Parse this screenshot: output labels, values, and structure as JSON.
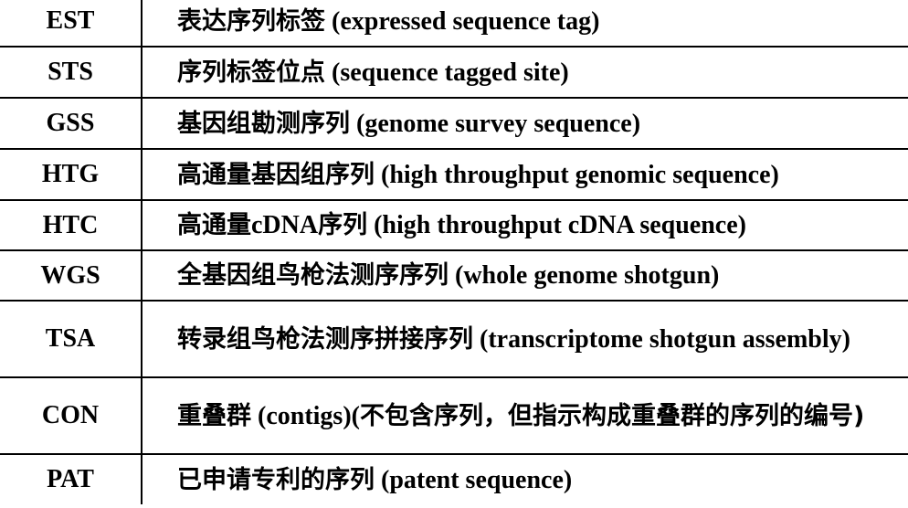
{
  "rows": [
    {
      "abbr": "EST",
      "zh": "表达序列标签",
      "en": " (expressed sequence tag)"
    },
    {
      "abbr": "STS",
      "zh": "序列标签位点",
      "en": " (sequence tagged site)"
    },
    {
      "abbr": "GSS",
      "zh": "基因组勘测序列",
      "en": " (genome survey sequence)"
    },
    {
      "abbr": "HTG",
      "zh": "高通量基因组序列",
      "en": " (high throughput genomic sequence)"
    },
    {
      "abbr": "HTC",
      "zh1": "高通量",
      "en1": "cDNA",
      "zh2": "序列",
      "en": " (high throughput cDNA sequence)"
    },
    {
      "abbr": "WGS",
      "zh": "全基因组鸟枪法测序序列",
      "en": " (whole genome shotgun)"
    },
    {
      "abbr": "TSA",
      "zh": "转录组鸟枪法测序拼接序列",
      "en": " (transcriptome shotgun assembly)"
    },
    {
      "abbr": "CON",
      "zh1": "重叠群",
      "en1": " (contigs)(",
      "zh2": "不包含序列，但指示构成重叠群的序列的编号)"
    },
    {
      "abbr": "PAT",
      "zh": "已申请专利的序列",
      "en": " (patent sequence)"
    }
  ]
}
